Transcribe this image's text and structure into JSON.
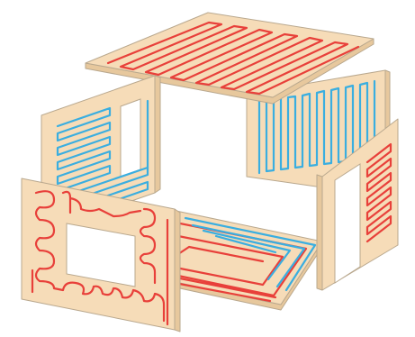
{
  "colors": {
    "panel_face": "#f6dcb8",
    "panel_edge": "#e7c89d",
    "warm_pipe": "#e8403a",
    "cool_pipe": "#3aaee0",
    "background": "#ffffff"
  },
  "panels": [
    "ceiling-panel",
    "back-wall-panel",
    "left-wall-panel",
    "floor-panel",
    "right-wall-panel",
    "front-wall-panel"
  ],
  "pipe_circuits": {
    "warm": [
      "ceiling",
      "floor-outer",
      "right-wall",
      "front-wall"
    ],
    "cool": [
      "back-wall",
      "left-wall",
      "floor-inner"
    ]
  }
}
